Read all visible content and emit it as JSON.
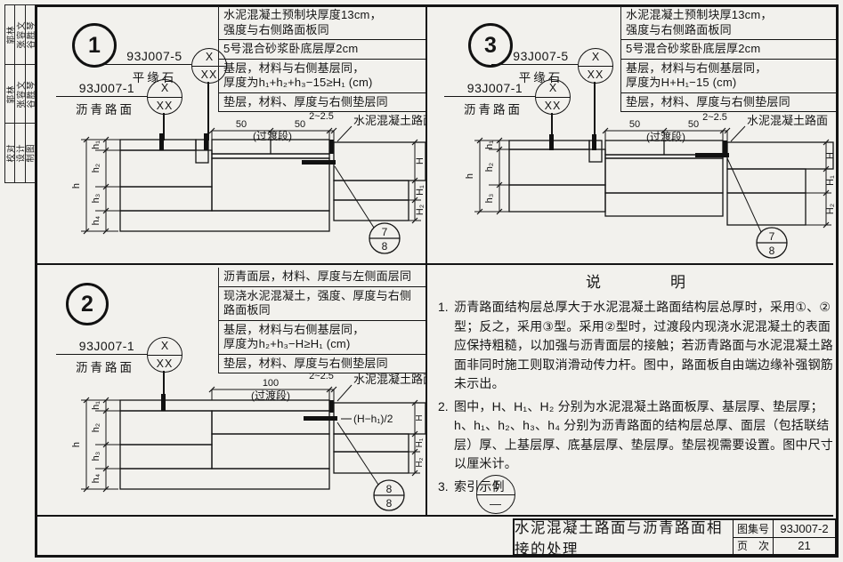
{
  "sidebar": {
    "g1": [
      "郭林",
      "张容文",
      "谷胜琴"
    ],
    "g2": [
      "郭林",
      "张容文",
      "谷胜琴"
    ],
    "g3": [
      "校对",
      "设计",
      "制图"
    ]
  },
  "d1": {
    "num": "1",
    "ref1_code": "93J007-5",
    "ref1_label": "平缘石",
    "ref2_code": "93J007-1",
    "ref2_label": "沥青路面",
    "cox": "X",
    "coxx": "XX",
    "ann": [
      [
        "水泥混凝土预制块厚度13cm，",
        "强度与右侧路面板同"
      ],
      [
        "5号混合砂浆卧底层厚2cm"
      ],
      [
        "基层，材料与右侧基层同，",
        "厚度为h₁+h₂+h₃−15≥H₁ (cm)"
      ],
      [
        "垫层，材料、厚度与右侧垫层同"
      ]
    ],
    "dim_a": "50",
    "dim_b": "50",
    "trans": "(过渡段)",
    "gap": "2~2.5",
    "lbl_conc": "水泥混凝土路面",
    "h": "h",
    "h1": "h₁",
    "h2": "h₂",
    "h3": "h₃",
    "h4": "h₄",
    "H": "H",
    "H1": "H₁",
    "H2": "H₂",
    "co_top": "7",
    "co_bot": "8"
  },
  "d2": {
    "num": "2",
    "ref2_code": "93J007-1",
    "ref2_label": "沥青路面",
    "cox": "X",
    "coxx": "XX",
    "ann": [
      [
        "沥青面层，材料、厚度与左侧面层同"
      ],
      [
        "现浇水泥混凝土，强度、厚度与右侧",
        "路面板同"
      ],
      [
        "基层，材料与右侧基层同，",
        "厚度为h₂+h₃−H≥H₁ (cm)"
      ],
      [
        "垫层，材料、厚度与右侧垫层同"
      ]
    ],
    "dim_a": "100",
    "trans": "(过渡段)",
    "gap": "2~2.5",
    "lbl_conc": "水泥混凝土路面",
    "formula": "(H−h₁)/2",
    "h": "h",
    "h1": "h₁",
    "h2": "h₂",
    "h3": "h₃",
    "h4": "h₄",
    "H": "H",
    "H1": "H₁",
    "H2": "H₂",
    "co_top": "8",
    "co_bot": "8"
  },
  "d3": {
    "num": "3",
    "ref1_code": "93J007-5",
    "ref1_label": "平缘石",
    "ref2_code": "93J007-1",
    "ref2_label": "沥青路面",
    "cox": "X",
    "coxx": "XX",
    "ann": [
      [
        "水泥混凝土预制块厚13cm，",
        "强度与右侧路面板同"
      ],
      [
        "5号混合砂浆卧底层厚2cm"
      ],
      [
        "基层，材料与右侧基层同，",
        "厚度为H+H₁−15 (cm)"
      ],
      [
        "垫层，材料、厚度与右侧垫层同"
      ]
    ],
    "dim_a": "50",
    "dim_b": "50",
    "trans": "(过渡段)",
    "gap": "2~2.5",
    "lbl_conc": "水泥混凝土路面",
    "h": "h",
    "h1": "h₁",
    "h2": "h₂",
    "h3": "h₃",
    "H": "H",
    "H1": "H₁",
    "H2": "H₂",
    "co_top": "7",
    "co_bot": "8"
  },
  "notes": {
    "title": "说　　　　明",
    "n1": "1.",
    "t1": "沥青路面结构层总厚大于水泥混凝土路面结构层总厚时，采用①、②型；反之，采用③型。采用②型时，过渡段内现浇水泥混凝土的表面应保持粗糙，以加强与沥青面层的接触；若沥青路面与水泥混凝土路面非同时施工则取消滑动传力杆。图中，路面板自由端边缘补强钢筋未示出。",
    "n2": "2.",
    "t2": "图中，H、H₁、H₂ 分别为水泥混凝土路面板厚、基层厚、垫层厚；h、h₁、h₂、h₃、h₄ 分别为沥青路面的结构层总厚、面层（包括联结层）厚、上基层厚、底基层厚、垫层厚。垫层视需要设置。图中尺寸以厘米计。",
    "n3": "3.",
    "t3": "索引示例",
    "idx_top": "1",
    "idx_bot": "—"
  },
  "tb": {
    "title": "水泥混凝土路面与沥青路面相接的处理",
    "atlas_label": "图集号",
    "atlas_no": "93J007-2",
    "page_label": "页　次",
    "page_no": "21"
  }
}
